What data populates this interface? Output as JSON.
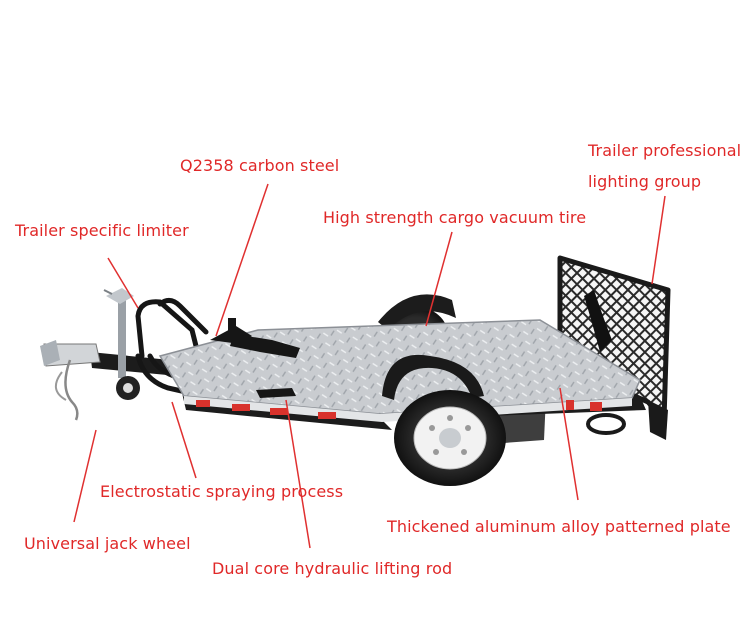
{
  "labels": {
    "carbon_steel": "Q2358 carbon steel",
    "lighting_line1": "Trailer professional",
    "lighting_line2": "lighting group",
    "limiter": "Trailer specific limiter",
    "vacuum_tire": "High strength cargo vacuum tire",
    "spraying": "Electrostatic spraying process",
    "jack_wheel": "Universal jack wheel",
    "aluminum_plate": "Thickened aluminum alloy patterned plate",
    "hydraulic_rod": "Dual core hydraulic lifting rod"
  },
  "colors": {
    "label_text": "#e02828",
    "leader_line": "#e03030",
    "frame": "#1c1c1c",
    "deck": "#c9ccd0",
    "reflector": "#d8322c"
  }
}
